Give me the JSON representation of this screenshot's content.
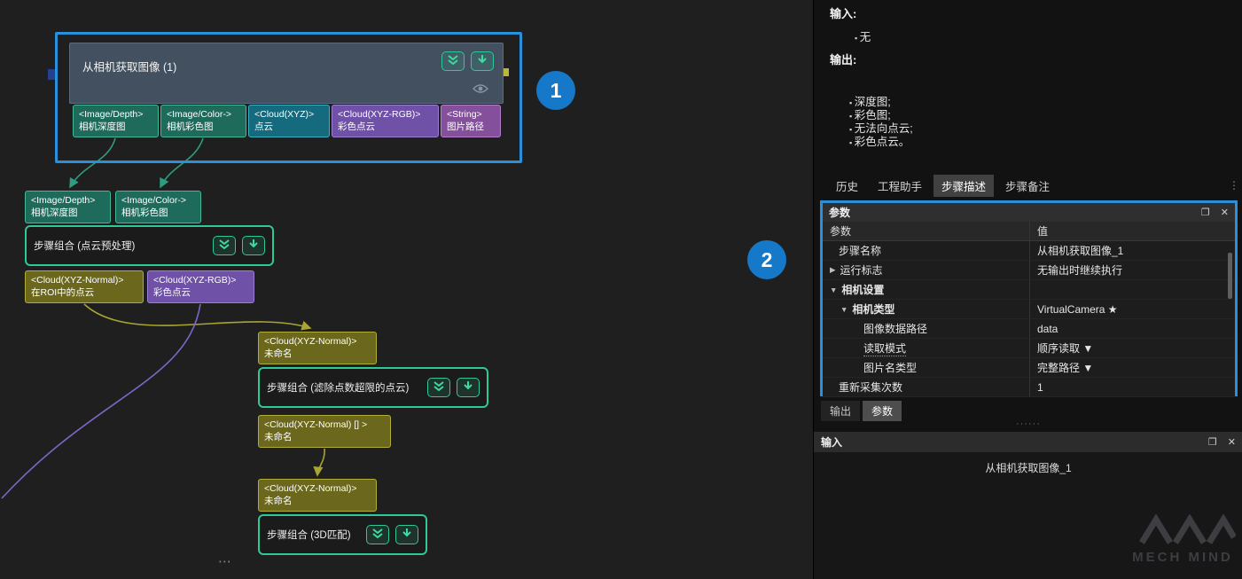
{
  "canvas": {
    "camera_group": {
      "title": "从相机获取图像 (1)",
      "annotation": "1",
      "ports": [
        {
          "type": "<Image/Depth>",
          "label": "相机深度图"
        },
        {
          "type": "<Image/Color->",
          "label": "相机彩色图"
        },
        {
          "type": "<Cloud(XYZ)>",
          "label": "点云"
        },
        {
          "type": "<Cloud(XYZ-RGB)>",
          "label": "彩色点云"
        },
        {
          "type": "<String>",
          "label": "图片路径"
        }
      ]
    },
    "preprocess": {
      "inputs": [
        {
          "type": "<Image/Depth>",
          "label": "相机深度图"
        },
        {
          "type": "<Image/Color->",
          "label": "相机彩色图"
        }
      ],
      "title": "步骤组合 (点云预处理)",
      "outputs": [
        {
          "type": "<Cloud(XYZ-Normal)>",
          "label": "在ROI中的点云"
        },
        {
          "type": "<Cloud(XYZ-RGB)>",
          "label": "彩色点云"
        }
      ]
    },
    "filter": {
      "input": {
        "type": "<Cloud(XYZ-Normal)>",
        "label": "未命名"
      },
      "title": "步骤组合 (滤除点数超限的点云)",
      "output": {
        "type": "<Cloud(XYZ-Normal) [] >",
        "label": "未命名"
      }
    },
    "match": {
      "input": {
        "type": "<Cloud(XYZ-Normal)>",
        "label": "未命名"
      },
      "title": "步骤组合 (3D匹配)"
    },
    "annotation2": "2",
    "overflow_dots": "⋯"
  },
  "panel": {
    "description": {
      "input_heading": "输入:",
      "input_items": [
        "无"
      ],
      "output_heading": "输出:",
      "output_items": [
        "深度图;",
        "彩色图;",
        "无法向点云;",
        "彩色点云。"
      ]
    },
    "tabs": [
      {
        "label": "历史"
      },
      {
        "label": "工程助手"
      },
      {
        "label": "步骤描述"
      },
      {
        "label": "步骤备注"
      }
    ],
    "tabs_overflow_icon": "⋮",
    "params": {
      "window_title": "参数",
      "icons": {
        "float": "❐",
        "close": "✕"
      },
      "header": {
        "param": "参数",
        "value": "值"
      },
      "rows": [
        {
          "name": "步骤名称",
          "value": "从相机获取图像_1"
        },
        {
          "name": "运行标志",
          "value": "无输出时继续执行",
          "arrow": "▶"
        },
        {
          "name": "相机设置",
          "value": "",
          "arrow": "▼"
        },
        {
          "name": "相机类型",
          "value": "VirtualCamera ★",
          "arrow": "▼"
        },
        {
          "name": "图像数据路径",
          "value": "data"
        },
        {
          "name": "读取模式",
          "value": "顺序读取 ▼"
        },
        {
          "name": "图片名类型",
          "value": "完整路径 ▼"
        },
        {
          "name": "重新采集次数",
          "value": "1"
        }
      ]
    },
    "bottom_tabs": [
      {
        "label": "输出"
      },
      {
        "label": "参数"
      }
    ],
    "splitter_dots": "······",
    "input_window": {
      "title": "输入",
      "icons": {
        "float": "❐",
        "close": "✕"
      },
      "content": "从相机获取图像_1"
    },
    "watermark": "MECH MIND"
  }
}
